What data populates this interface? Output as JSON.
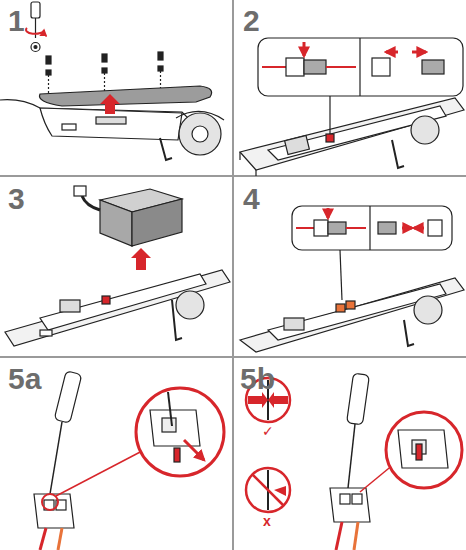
{
  "diagram": {
    "labels": [
      "1",
      "2",
      "3",
      "4",
      "5a",
      "5b",
      "✓",
      "x"
    ]
  }
}
